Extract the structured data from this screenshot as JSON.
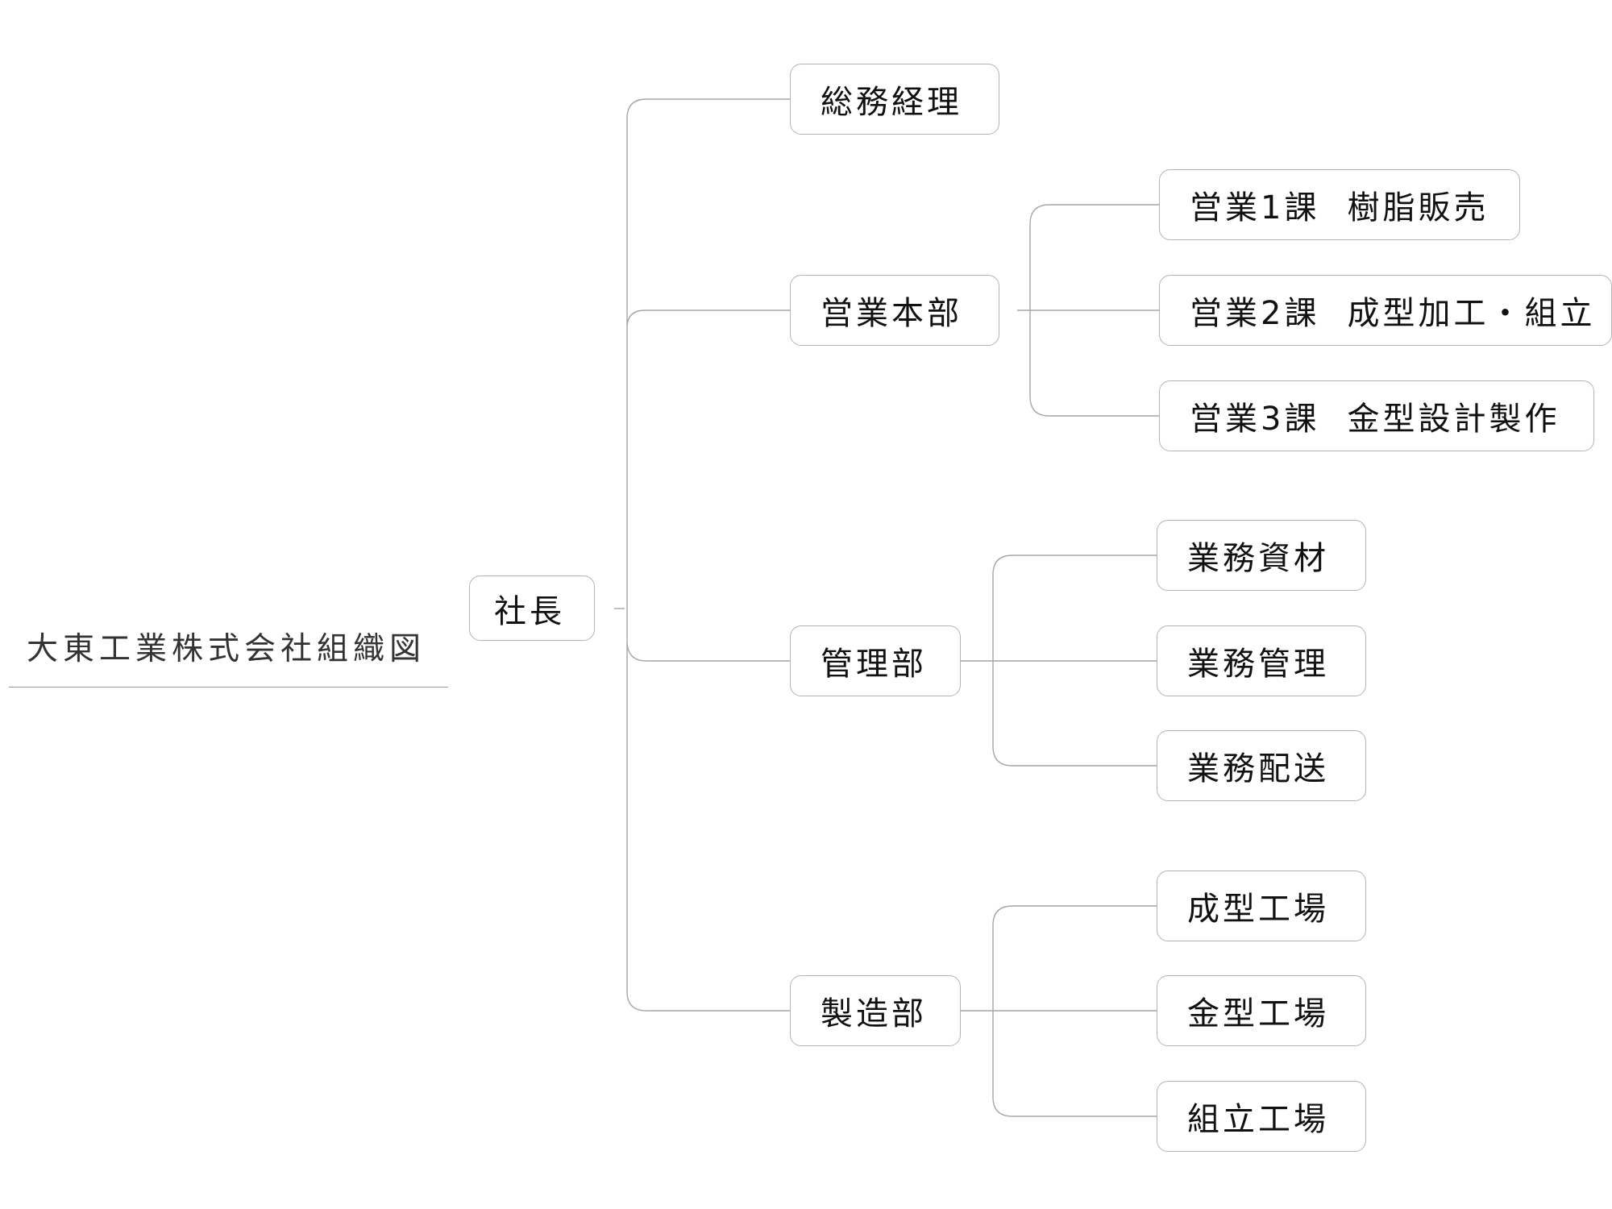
{
  "title": "大東工業株式会社組織図",
  "president": "社長",
  "departments": [
    {
      "name": "総務経理",
      "teams": []
    },
    {
      "name": "営業本部",
      "teams": [
        {
          "name": "営業1課",
          "desc": "樹脂販売"
        },
        {
          "name": "営業2課",
          "desc": "成型加工・組立"
        },
        {
          "name": "営業3課",
          "desc": "金型設計製作"
        }
      ]
    },
    {
      "name": "管理部",
      "teams": [
        {
          "name": "業務資材"
        },
        {
          "name": "業務管理"
        },
        {
          "name": "業務配送"
        }
      ]
    },
    {
      "name": "製造部",
      "teams": [
        {
          "name": "成型工場"
        },
        {
          "name": "金型工場"
        },
        {
          "name": "組立工場"
        }
      ]
    }
  ]
}
